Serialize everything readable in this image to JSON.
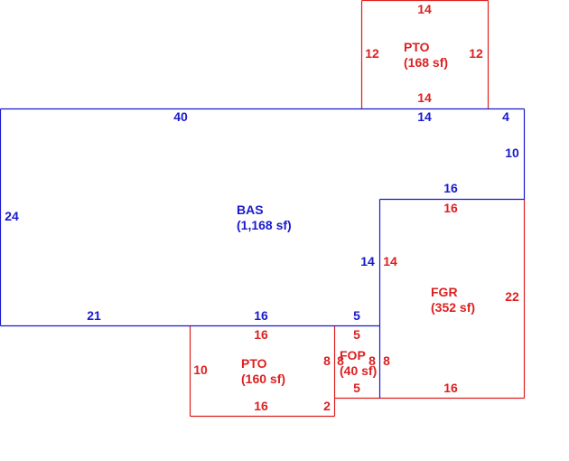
{
  "colors": {
    "main": "#1a1acc",
    "addition": "#dd2020",
    "background": "#ffffff"
  },
  "areas": {
    "bas": {
      "code": "BAS",
      "area": "(1,168 sf)"
    },
    "fgr": {
      "code": "FGR",
      "area": "(352 sf)"
    },
    "fop": {
      "code": "FOP",
      "area": "(40 sf)"
    },
    "pto_top": {
      "code": "PTO",
      "area": "(168 sf)"
    },
    "pto_bottom": {
      "code": "PTO",
      "area": "(160 sf)"
    }
  },
  "dimensions": {
    "bas": {
      "top_left": "40",
      "top_right": "14",
      "right_step": "4",
      "right_upper": "10",
      "garage_top": "16",
      "inner_vertical": "14",
      "left": "24",
      "bottom_left": "21",
      "bottom_mid": "16",
      "bottom_right": "5"
    },
    "pto_top": {
      "top": "14",
      "left": "12",
      "right": "12",
      "bottom": "14"
    },
    "fgr": {
      "top": "16",
      "left": "14",
      "right": "22",
      "bottom": "16"
    },
    "pto_bottom": {
      "top": "16",
      "left": "10",
      "right_short": "2",
      "bottom": "16",
      "right": "8"
    },
    "fop": {
      "top": "5",
      "left": "8",
      "right": "8",
      "bottom": "5"
    }
  }
}
